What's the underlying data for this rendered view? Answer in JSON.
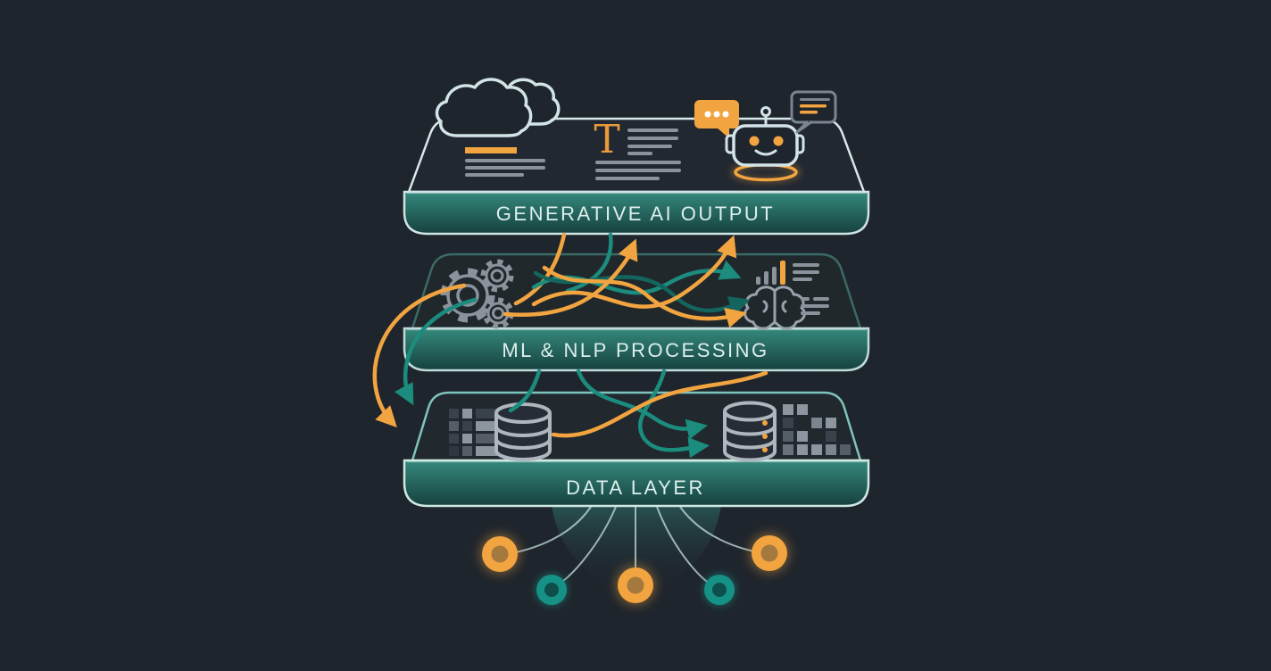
{
  "diagram": {
    "type": "layered-architecture",
    "layers": [
      {
        "id": "generative-ai-output",
        "label": "GENERATIVE AI OUTPUT",
        "icons": [
          "cloud",
          "text-lines",
          "document-text",
          "chat-bubble",
          "robot",
          "speech-bubble"
        ]
      },
      {
        "id": "ml-nlp-processing",
        "label": "ML & NLP PROCESSING",
        "icons": [
          "gears",
          "bar-chart",
          "text-lines",
          "brain",
          "text-lines"
        ]
      },
      {
        "id": "data-layer",
        "label": "DATA LAYER",
        "icons": [
          "table-grid",
          "database",
          "database-with-dots",
          "pixel-grid"
        ]
      }
    ],
    "glyphs": {
      "document_initial": "T"
    },
    "endpoints": [
      {
        "color": "#F2A440"
      },
      {
        "color": "#169185"
      },
      {
        "color": "#F2A440"
      },
      {
        "color": "#169185"
      },
      {
        "color": "#F2A440"
      }
    ],
    "palette": {
      "background": "#1F252D",
      "accent_orange": "#F2A440",
      "accent_teal": "#1B8C7E",
      "accent_teal_dark": "#14655E",
      "band_gradient_top": "#35897D",
      "band_gradient_bottom": "#16413E",
      "outline_light": "#D8E9E9",
      "outline_data": "#9FD8CE",
      "outline_mid": "#3A6B64",
      "icon_gray": "#8A939C",
      "label_text": "#DCEFEB"
    }
  }
}
